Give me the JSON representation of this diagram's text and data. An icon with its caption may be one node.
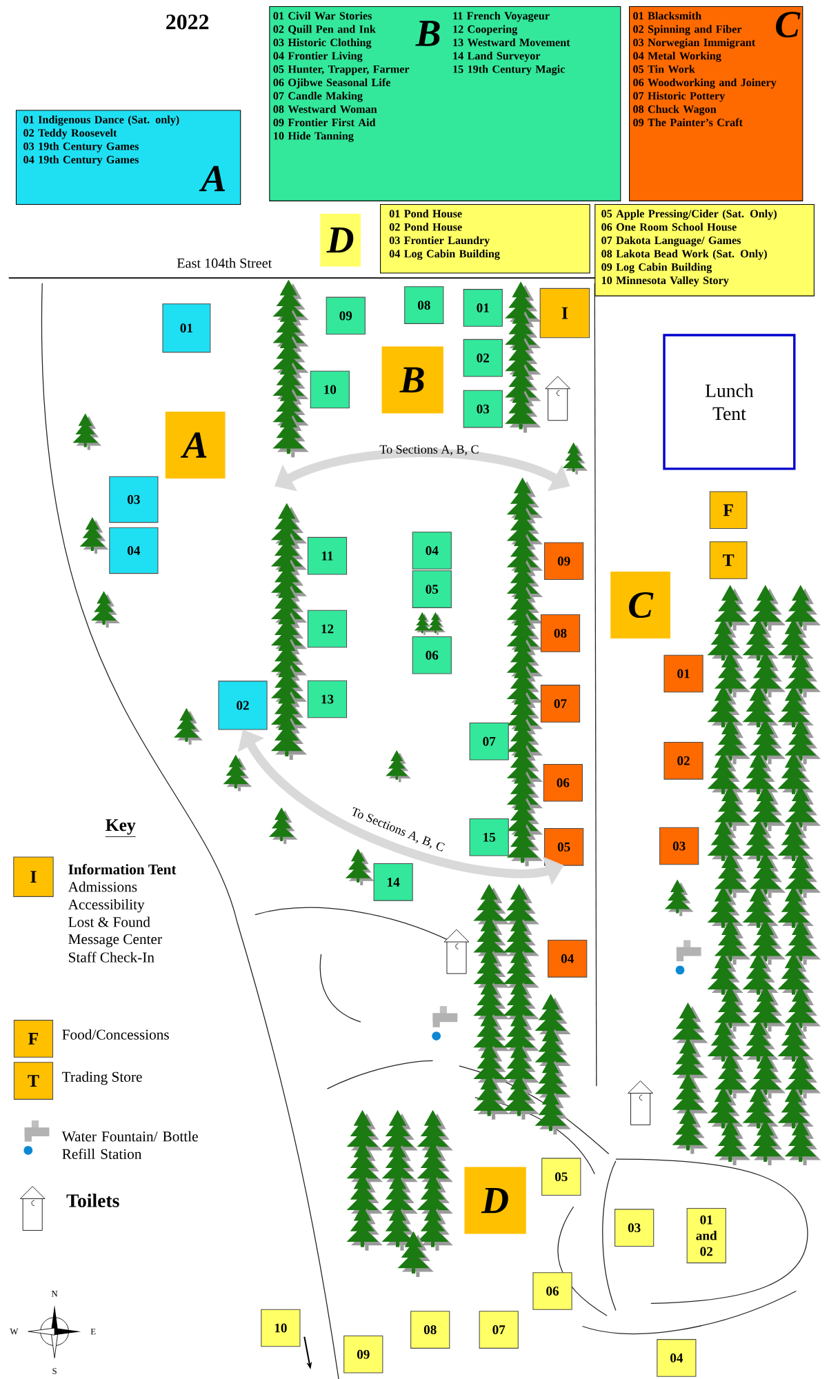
{
  "diagram": {
    "nodes": [
      {
        "text": [
          "01 Indigenous Dance (Sat. only)",
          "02 Teddy Roosevelt",
          "03 19th Century Games",
          "04 19th Century Games",
          "A"
        ]
      },
      {
        "text": [
          "01 Civil War Stories",
          "02 Quill Pen and Ink",
          "03 Historic Clothing",
          "04 Frontier Living",
          "05 Hunter, Trapper, Farmer",
          "06 Ojibwe Seasonal Life",
          "07 Candle Making",
          "08 Westward Woman",
          "09 Frontier First Aid",
          "10 Hide Tanning",
          "11 French Voyageur",
          "12 Coopering",
          "13 Westward Movement",
          "14 Land Surveyor",
          "15 19th Century Magic",
          "B"
        ]
      },
      {
        "text": [
          "01 Blacksmith",
          "02 Spinning and Fiber",
          "03 Norwegian Immigrant",
          "04 Metal Working",
          "05 Tin Work",
          "06 Woodworking and Joinery",
          "07 Historic Pottery",
          "08 Chuck Wagon",
          "09 The Painter’s Craft",
          "C"
        ]
      },
      {
        "text": [
          "D"
        ]
      },
      {
        "text": [
          "01 Pond House",
          "02 Pond House",
          "03 Frontier Laundry",
          "04 Log Cabin Building"
        ]
      },
      {
        "text": [
          "05 Apple Pressing/Cider (Sat. Only)",
          "06 One Room School House",
          "07 Dakota Language/ Games",
          "08 Lakota Bead Work (Sat. Only)",
          "09 Log Cabin Building",
          "10 Minnesota Valley Story"
        ]
      },
      {
        "text": [
          "08"
        ]
      },
      {
        "text": [
          "01"
        ]
      },
      {
        "text": [
          "01"
        ]
      },
      {
        "text": [
          "I"
        ]
      },
      {
        "text": [
          "09"
        ]
      },
      {
        "text": [
          "02"
        ]
      },
      {
        "text": [
          "B"
        ]
      },
      {
        "text": [
          "10"
        ]
      },
      {
        "text": [
          "Lunch Tent"
        ]
      },
      {
        "text": [
          "03"
        ]
      },
      {
        "text": [
          "A"
        ]
      },
      {
        "text": [
          "03"
        ]
      },
      {
        "text": [
          "F"
        ]
      },
      {
        "text": [
          "04"
        ]
      },
      {
        "text": [
          "11"
        ]
      },
      {
        "text": [
          "04"
        ]
      },
      {
        "text": [
          "09"
        ]
      },
      {
        "text": [
          "T"
        ]
      },
      {
        "text": [
          "05"
        ]
      },
      {
        "text": [
          "C"
        ]
      },
      {
        "text": [
          "12"
        ]
      },
      {
        "text": [
          "08"
        ]
      },
      {
        "text": [
          "06"
        ]
      },
      {
        "text": [
          "01"
        ]
      },
      {
        "text": [
          "13"
        ]
      },
      {
        "text": [
          "02"
        ]
      },
      {
        "text": [
          "07"
        ]
      },
      {
        "text": [
          "07"
        ]
      },
      {
        "text": [
          "02"
        ]
      },
      {
        "text": [
          "06"
        ]
      },
      {
        "text": [
          "15"
        ]
      },
      {
        "text": [
          "03"
        ]
      },
      {
        "text": [
          "05"
        ]
      },
      {
        "text": [
          "I"
        ],
        "beside": [
          "Information Tent",
          "Admissions",
          "Accessibility",
          "Lost & Found",
          "Message Center",
          "Staff Check-In"
        ]
      },
      {
        "text": [
          "14"
        ]
      },
      {
        "text": [
          "04"
        ]
      },
      {
        "text": [
          "F"
        ],
        "beside": [
          "Food/Concessions"
        ]
      },
      {
        "text": [
          "T"
        ],
        "beside": [
          "Trading Store"
        ]
      },
      {
        "text": [
          "05"
        ]
      },
      {
        "text": [
          "D"
        ]
      },
      {
        "text": [
          "03"
        ]
      },
      {
        "text": [
          "01 and 02"
        ]
      },
      {
        "text": [
          "06"
        ]
      },
      {
        "text": [
          "10"
        ]
      },
      {
        "text": [
          "08"
        ]
      },
      {
        "text": [
          "07"
        ]
      },
      {
        "text": [
          "09"
        ]
      },
      {
        "text": [
          "04"
        ]
      }
    ],
    "edges": [
      {
        "from": 38,
        "to": 31,
        "arrow": "both",
        "label": "To Sections A, B, C"
      }
    ],
    "labels": [
      "2022",
      "East 104th Street",
      "To Sections A, B, C",
      "Key",
      "Water Fountain/ Bottle Refill Station",
      "Toilets",
      "N",
      "W",
      "E",
      "S"
    ]
  }
}
